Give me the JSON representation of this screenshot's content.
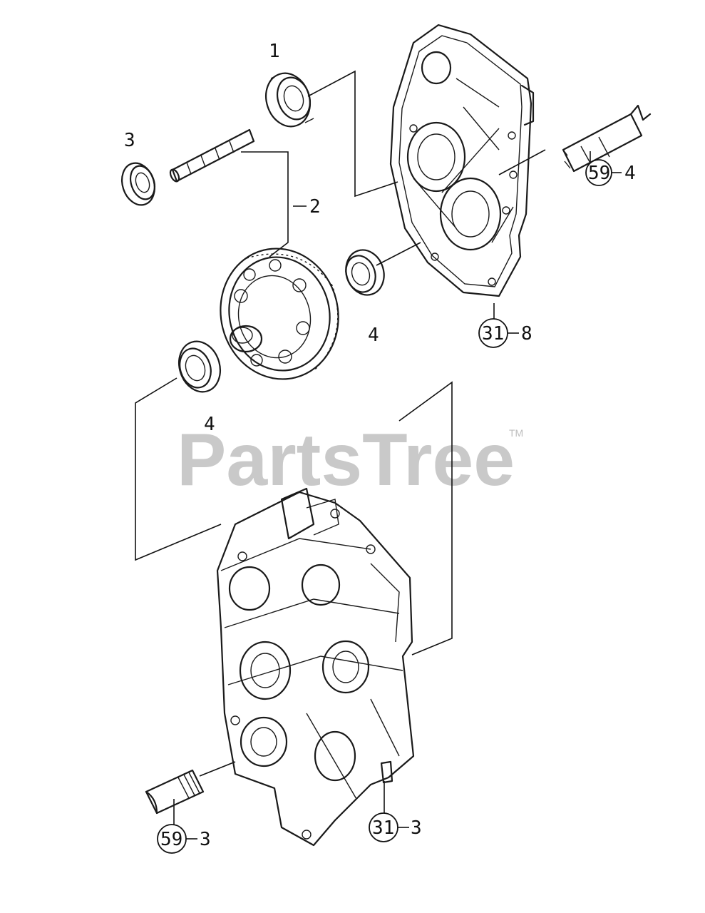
{
  "watermark": {
    "brand": "PartsTree",
    "trademark": "TM"
  },
  "callouts": {
    "bearing_top": "1",
    "output_shaft": "2",
    "seal_small": "3",
    "bearing_cover": "4",
    "bearing_lower": "4"
  },
  "refs": {
    "axle_right": {
      "num": "59",
      "sub": "4"
    },
    "cover_case": {
      "num": "31",
      "sub": "8"
    },
    "lower_case": {
      "num": "31",
      "sub": "3"
    },
    "axle_left": {
      "num": "59",
      "sub": "3"
    }
  }
}
